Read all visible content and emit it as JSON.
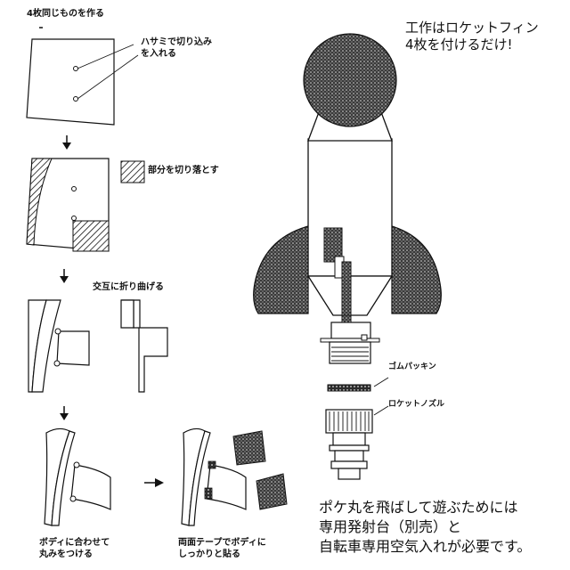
{
  "steps": {
    "step1": "4枚同じものを作る",
    "cut_note": [
      "ハサミで切り込み",
      "を入れる"
    ],
    "remove_note": "部分を切り落とす",
    "fold_note": "交互に折り曲げる",
    "round_note": [
      "ボディに合わせて",
      "丸みをつける"
    ],
    "tape_note": [
      "両面テープでボディに",
      "しっかりと貼る"
    ]
  },
  "rocket": {
    "headline": [
      "工作はロケットフィン",
      "4枚を付けるだけ!"
    ],
    "gasket_label": "ゴムパッキン",
    "nozzle_label": "ロケットノズル"
  },
  "footer": {
    "lines": [
      "ポケ丸を飛ばして遊ぶためには",
      "専用発射台（別売）と",
      "自転車専用空気入れが必要です。"
    ]
  },
  "colors": {
    "ink": "#111111",
    "paper": "#ffffff",
    "dots": "#555555"
  }
}
